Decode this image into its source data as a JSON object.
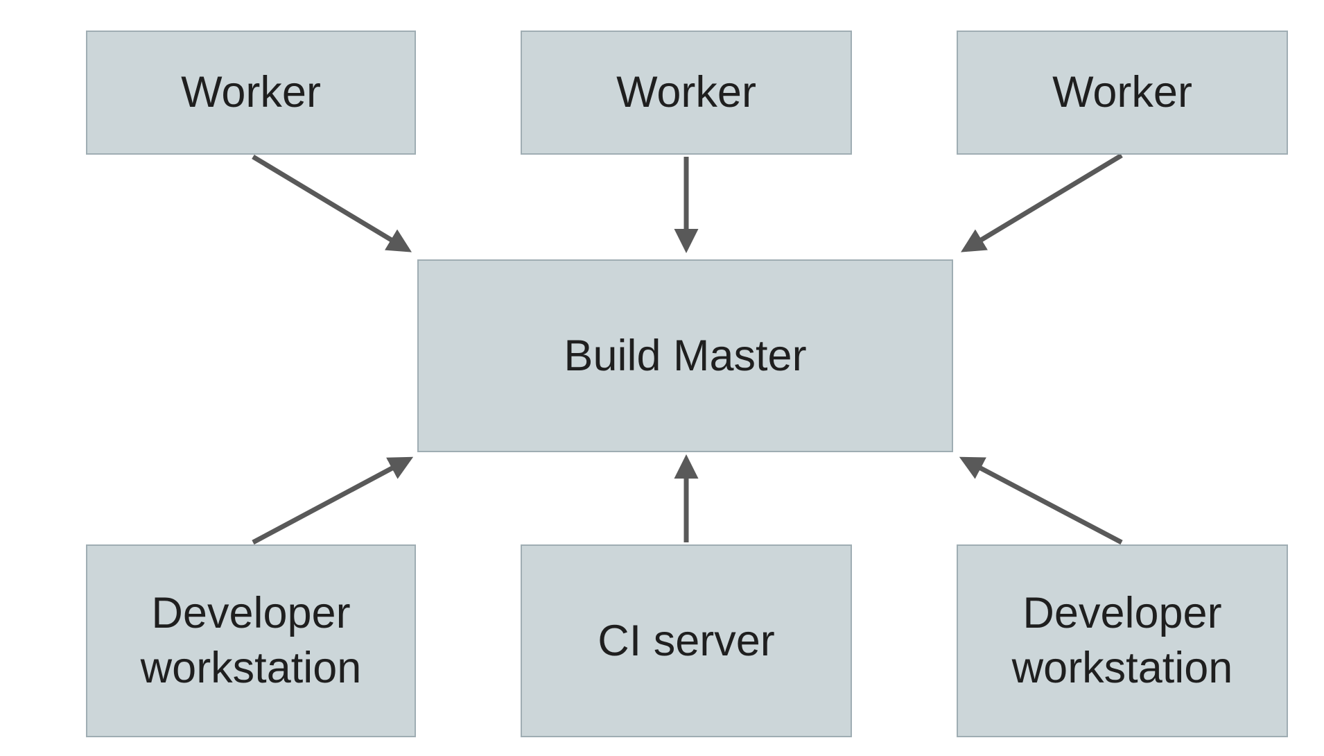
{
  "diagram": {
    "nodes": {
      "worker_left": {
        "label": "Worker"
      },
      "worker_center": {
        "label": "Worker"
      },
      "worker_right": {
        "label": "Worker"
      },
      "build_master": {
        "label": "Build Master"
      },
      "developer_workstation_left": {
        "label": "Developer workstation"
      },
      "ci_server": {
        "label": "CI server"
      },
      "developer_workstation_right": {
        "label": "Developer workstation"
      }
    },
    "edges": [
      {
        "from": "worker_left",
        "to": "build_master"
      },
      {
        "from": "worker_center",
        "to": "build_master"
      },
      {
        "from": "worker_right",
        "to": "build_master"
      },
      {
        "from": "developer_workstation_left",
        "to": "build_master"
      },
      {
        "from": "ci_server",
        "to": "build_master"
      },
      {
        "from": "developer_workstation_right",
        "to": "build_master"
      }
    ],
    "colors": {
      "background": "#ffffff",
      "node_fill": "#ccd6d9",
      "node_border": "#9fadb3",
      "arrow": "#595959",
      "text": "#1f1f1f"
    }
  }
}
